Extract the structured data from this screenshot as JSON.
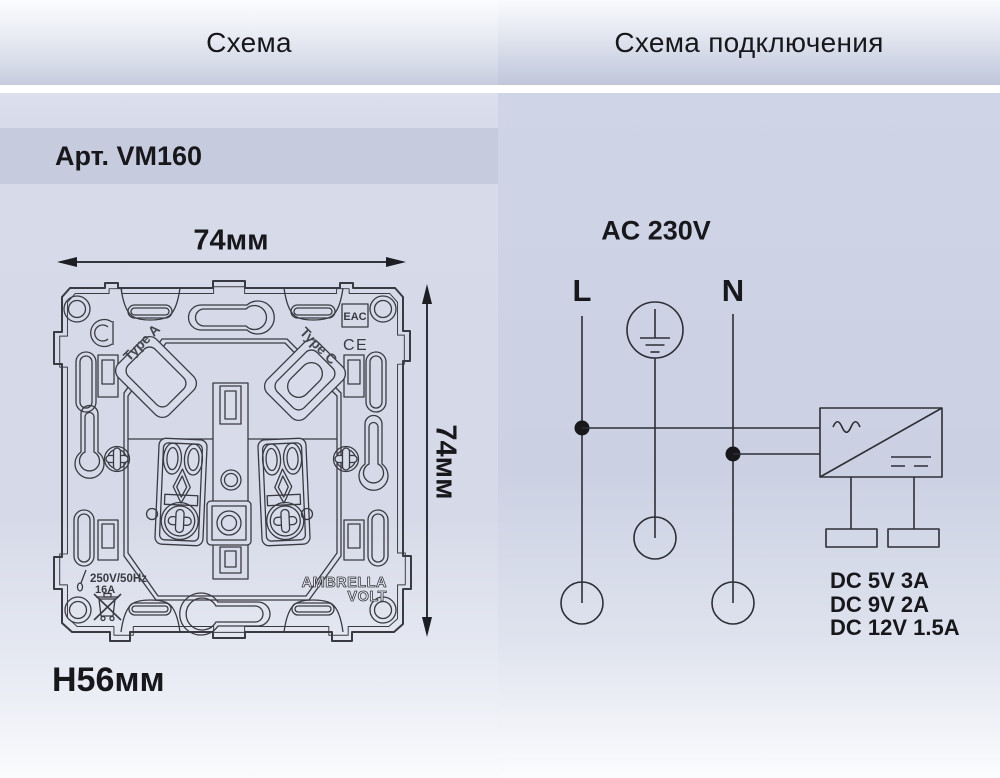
{
  "header": {
    "left_title": "Схема",
    "right_title": "Схема подключения"
  },
  "left_panel": {
    "article_label": "Арт. VM160",
    "width_dim": "74мм",
    "height_dim": "74мм",
    "depth_dim": "H56мм",
    "drawing": {
      "type_a": "Type A",
      "type_c": "Type C",
      "eac_mark": "EAC",
      "ce_mark": "CE",
      "rating_voltage": "250V/50Hz",
      "rating_current": "16A",
      "brand_line1": "AMBRELLA",
      "brand_line2": "VOLT"
    }
  },
  "right_panel": {
    "input_label": "AC 230V",
    "line_label": "L",
    "neutral_label": "N",
    "outputs": [
      "DC 5V 3A",
      "DC 9V 2A",
      "DC 12V 1.5A"
    ]
  },
  "colors": {
    "panel_left": "#d7dbe9",
    "panel_right": "#cbd1e3",
    "article_band": "#c6cbde",
    "ink": "#17171c",
    "line": "#3a3a42"
  }
}
